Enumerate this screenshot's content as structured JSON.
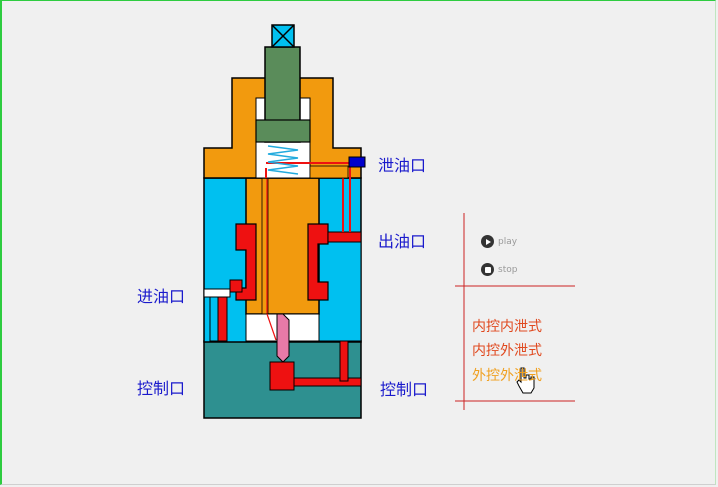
{
  "labels": {
    "drain_port": "泄油口",
    "outlet_port": "出油口",
    "inlet_port": "进油口",
    "control_port_left": "控制口",
    "control_port_right": "控制口"
  },
  "controls": {
    "play_label": "play",
    "stop_label": "stop"
  },
  "menu": {
    "items": [
      {
        "label": "内控内泄式",
        "color": "#e0491f"
      },
      {
        "label": "内控外泄式",
        "color": "#e0491f"
      },
      {
        "label": "外控外泄式",
        "color": "#f0a020"
      }
    ]
  },
  "colors": {
    "orange": "#f29a0e",
    "cyan": "#00c0f0",
    "teal": "#2e9090",
    "green": "#5a8c5a",
    "red": "#ee1111",
    "pink": "#e87aa8",
    "label_blue": "#1a1acc"
  }
}
